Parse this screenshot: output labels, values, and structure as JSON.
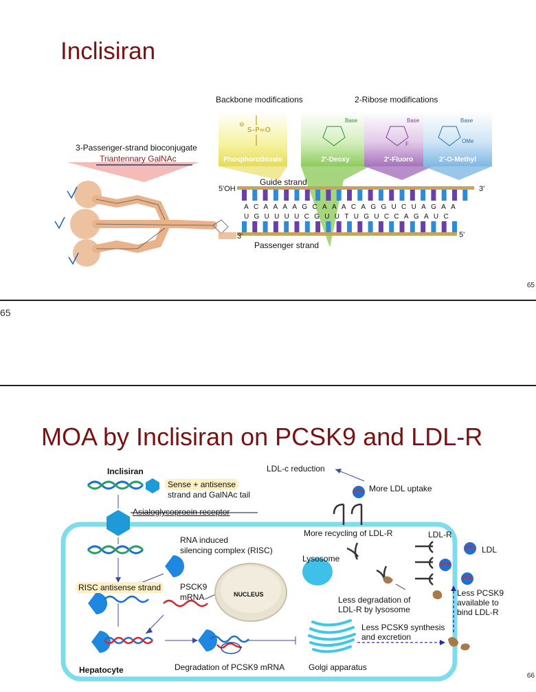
{
  "slide1": {
    "title": "Inclisiran",
    "number": "65",
    "backbone_label": "Backbone modifications",
    "ribose_label": "2-Ribose modifications",
    "passenger_conj_label": "3-Passenger-strand bioconjugate",
    "galnac_label": "Triantennary GalNAc",
    "mods": [
      "Phosphorothioate",
      "2'-Deoxy",
      "2'-Fluoro",
      "2'-O-Methyl"
    ],
    "chem_labels": {
      "base": "Base",
      "f": "F",
      "ome": "OMe"
    },
    "guide_strand": "Guide strand",
    "passenger_strand": "Passenger strand",
    "five_oh": "5'OH",
    "three_top": "3'",
    "three_bottom": "3'",
    "five_bottom": "5'",
    "guide_seq": "ACAAAAGCAAACAGGUCUAGAA",
    "passenger_seq": "UGUUUUCGUUTUGUCCAGAUC"
  },
  "outer_page_number": "65",
  "slide2": {
    "title": "MOA by Inclisiran on PCSK9 and LDL-R",
    "number": "66",
    "labels": {
      "inclisiran": "Inclisiran",
      "sense": "Sense + antisense",
      "strand_tail": "strand and GalNAc tail",
      "asialo": "Asialoglycoproein receptor",
      "risc1": "RNA induced",
      "risc2": "silencing complex (RISC)",
      "risc_strand": "RISC antisense strand",
      "pcsk9_mrna1": "PSCK9",
      "pcsk9_mrna2": "mRNA",
      "nucleus": "NUCLEUS",
      "ldlc": "LDL-c reduction",
      "more_ldl": "More LDL uptake",
      "more_recycling": "More recycling of LDL-R",
      "lysosome": "Lysosome",
      "ldlr": "LDL-R",
      "ldl": "LDL",
      "less_deg1": "Less degradation of",
      "less_deg2": "LDL-R by lysosome",
      "less_pcsk9_1": "Less PCSK9",
      "less_pcsk9_2": "available to",
      "less_pcsk9_3": "bind LDL-R",
      "less_synth1": "Less PCSK9 synthesis",
      "less_synth2": "and excretion",
      "degradation": "Degradation of PCSK9 mRNA",
      "golgi": "Golgi apparatus",
      "hepatocyte": "Hepatocyte"
    }
  }
}
